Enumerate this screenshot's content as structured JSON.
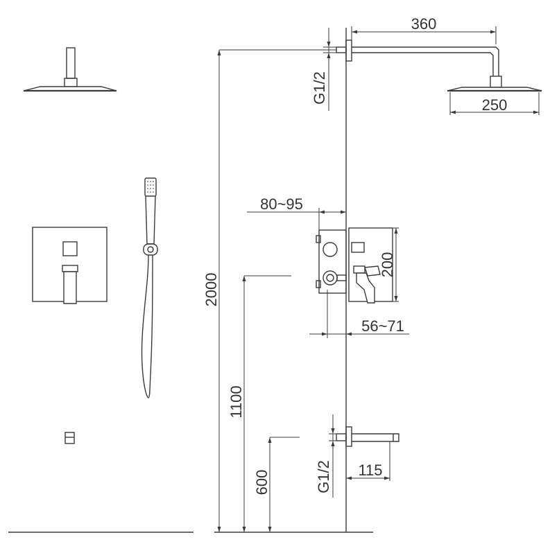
{
  "dimensions": {
    "arm_length": "360",
    "head_width": "250",
    "top_thread": "G1/2",
    "total_height": "2000",
    "valve_depth": "80~95",
    "valve_plate_height": "200",
    "handle_projection": "56~71",
    "valve_height": "1100",
    "spout_height": "600",
    "bottom_thread": "G1/2",
    "spout_length": "115"
  }
}
